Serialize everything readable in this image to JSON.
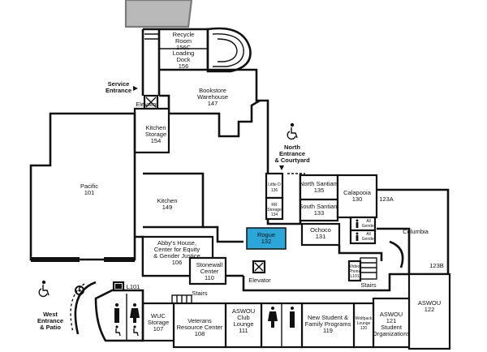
{
  "colors": {
    "wall": "#111111",
    "highlight": "#2aa6d9",
    "annex": "#b9b9b9",
    "background": "#ffffff"
  },
  "rooms": {
    "recycle": [
      "Recycle",
      "Room",
      "156C"
    ],
    "loading": [
      "Loading",
      "Dock",
      "156"
    ],
    "bookstore": [
      "Bookstore",
      "Warehouse",
      "147"
    ],
    "kitchen_storage": [
      "Kitchen",
      "Storage",
      "154"
    ],
    "pacific": [
      "Pacific",
      "101"
    ],
    "kitchen": [
      "Kitchen",
      "149"
    ],
    "abbys": [
      "Abby's House,",
      "Center for Equity",
      "& Gender Justice",
      "106"
    ],
    "stonewall": [
      "Stonewall",
      "Center",
      "110"
    ],
    "rogue": [
      "Rogue",
      "132"
    ],
    "little_d": [
      "Little D",
      "136"
    ],
    "rr_storage": [
      "RR",
      "Storage",
      "134"
    ],
    "north_santiam": [
      "North Santiam",
      "135"
    ],
    "south_santiam": [
      "South Santiam",
      "133"
    ],
    "calapooia": [
      "Calapooia",
      "130"
    ],
    "ochoco": [
      "Ochoco",
      "131"
    ],
    "columbia": [
      "Columbia"
    ],
    "r123a": "123A",
    "r123b": "123B",
    "all_gender_1": [
      "All",
      "Gender"
    ],
    "all_gender_2": [
      "All",
      "Gender"
    ],
    "video_phone": [
      "Video",
      "Phone",
      "L101"
    ],
    "aswou_122": [
      "ASWOU",
      "122"
    ],
    "aswou_121": [
      "ASWOU",
      "121",
      "Student",
      "Organizations"
    ],
    "wolfpack": [
      "Wolfpack",
      "Lounge",
      "120"
    ],
    "new_student": [
      "New Student &",
      "Family Programs",
      "119"
    ],
    "aswou_club": [
      "ASWOU",
      "Club",
      "Lounge",
      "111"
    ],
    "veterans": [
      "Veterans",
      "Resource Center",
      "108"
    ],
    "wuc_storage": [
      "WUC",
      "Storage",
      "107"
    ]
  },
  "labels": {
    "service_entrance": [
      "Service",
      "Entrance"
    ],
    "north_entrance": [
      "North",
      "Entrance",
      "& Courtyard"
    ],
    "west_entrance": [
      "West",
      "Entrance",
      "& Patio"
    ],
    "elevator_top": "Elevator",
    "elevator_bottom": "Elevator",
    "stairs_left": "Stairs",
    "stairs_right": "Stairs",
    "l101": "L101"
  },
  "icons": [
    "accessible-icon",
    "restroom-icon",
    "elevator-icon",
    "stairs-icon",
    "phone-icon"
  ]
}
